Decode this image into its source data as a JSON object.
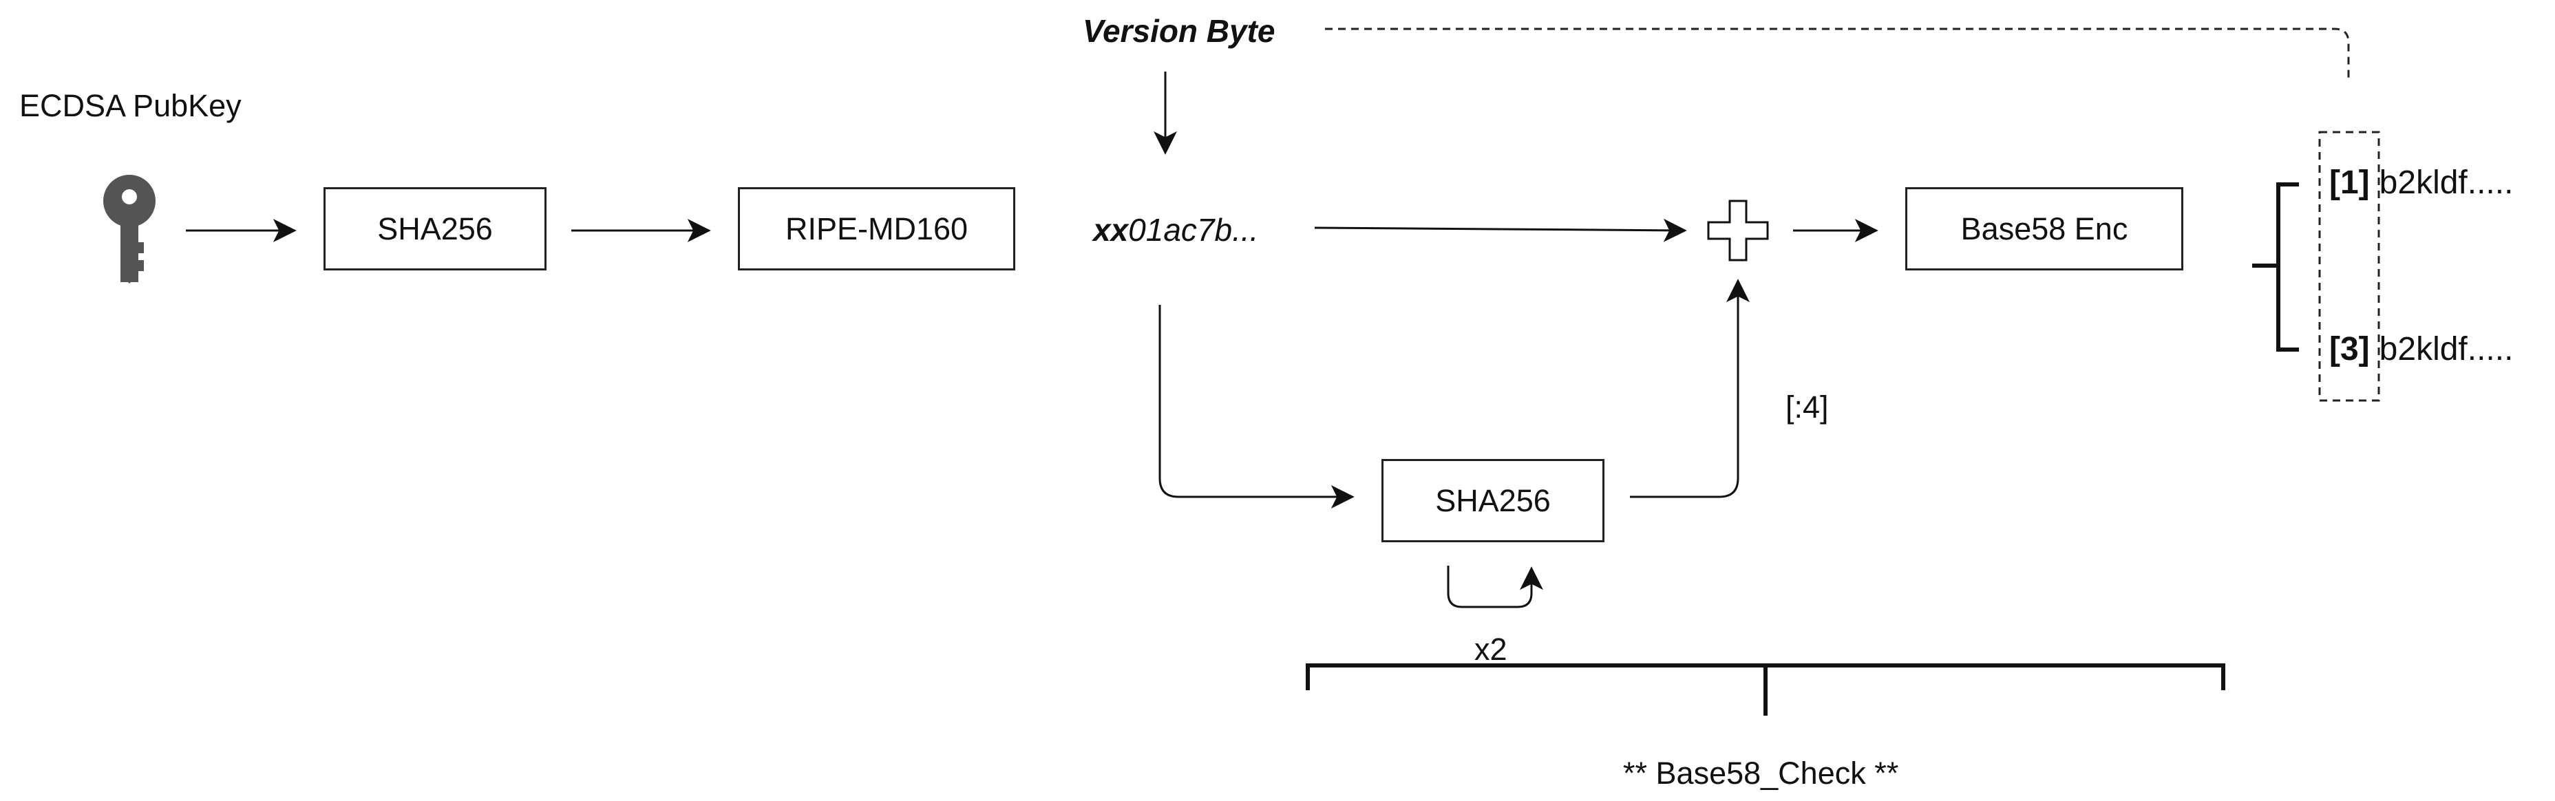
{
  "pubkey_label": "ECDSA PubKey",
  "version_byte_label": "Version Byte",
  "payload": {
    "prefix": "xx",
    "rest": "01ac7b..."
  },
  "boxes": {
    "sha256_1": "SHA256",
    "ripemd160": "RIPE-MD160",
    "base58_enc": "Base58 Enc",
    "sha256_2": "SHA256"
  },
  "slice_label": "[:4]",
  "repeat_label": "x2",
  "bracket_label": "** Base58_Check **",
  "results": [
    {
      "index": "[1]",
      "value": "b2kldf....."
    },
    {
      "index": "[3]",
      "value": "b2kldf....."
    }
  ],
  "colors": {
    "stroke": "#111111",
    "key_icon": "#555555"
  }
}
